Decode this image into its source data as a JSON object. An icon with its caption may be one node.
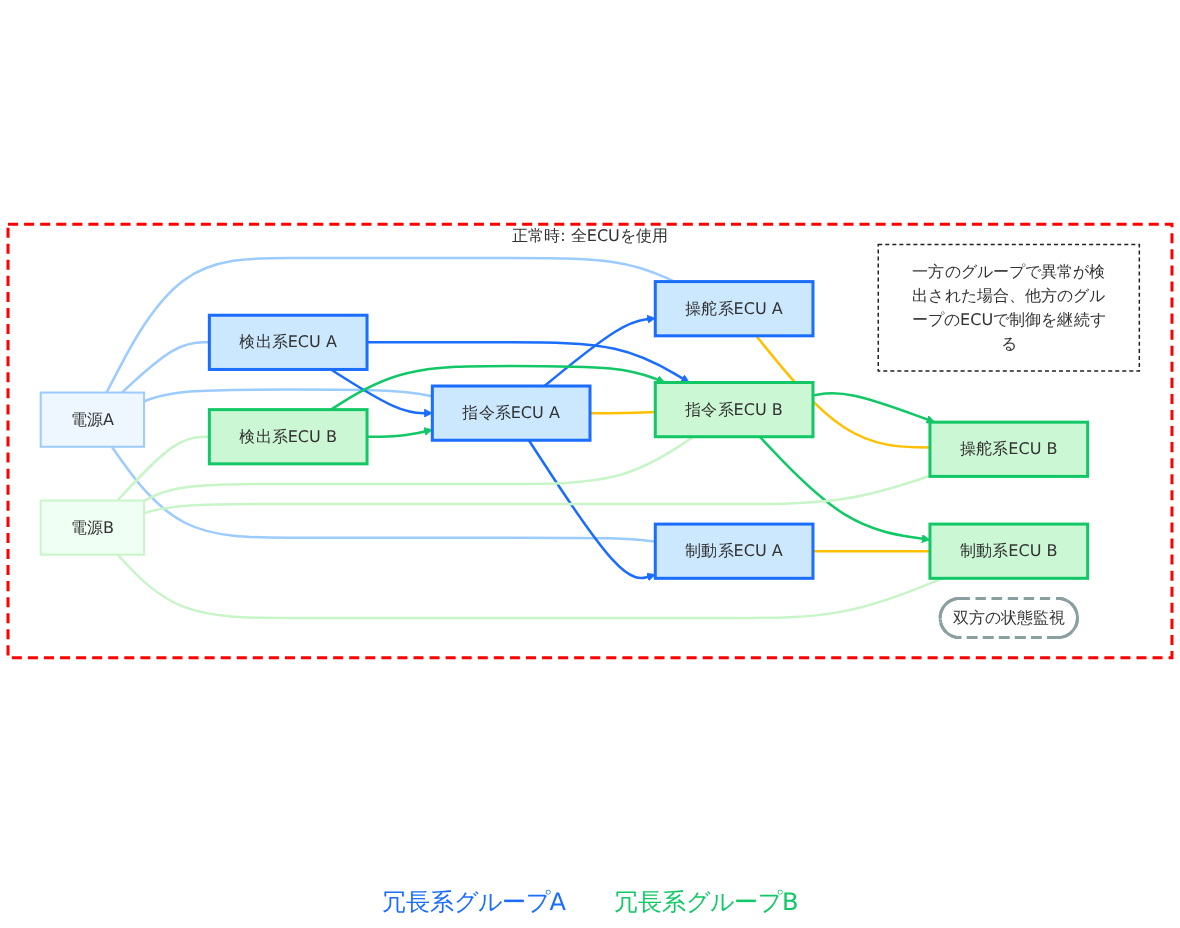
{
  "diagram": {
    "nodes": [
      {
        "text": [
          "正常時: 全ECUを使用"
        ]
      },
      {
        "text": [
          "一方のグループで異常が検出された場合、他方のグループのECUで制御を継続する"
        ],
        "in": 0
      },
      {
        "text": [
          "電源A"
        ],
        "in": 0
      },
      {
        "text": [
          "検出系ECU A"
        ],
        "in": 0
      },
      {
        "text": [
          "制動系ECU A"
        ],
        "in": 0
      },
      {
        "text": [
          "指令系ECU A"
        ],
        "in": 0
      },
      {
        "text": [
          "操舵系ECU A"
        ],
        "in": 0
      },
      {
        "text": [
          "双方の状態監視"
        ],
        "in": 0
      },
      {
        "text": [
          "指令系ECU B"
        ],
        "in": 0
      },
      {
        "text": [
          "操舵系ECU B"
        ],
        "in": 0
      },
      {
        "text": [
          "検出系ECU B"
        ],
        "in": 0
      },
      {
        "text": [
          "制動系ECU B"
        ],
        "in": 0
      },
      {
        "text": [
          "電源B"
        ],
        "in": 0
      }
    ],
    "edges": [
      {
        "from": 2,
        "to": 3,
        "arrow": "none",
        "color": "#9ccbff"
      },
      {
        "from": 2,
        "to": 5,
        "arrow": "none",
        "color": "#9ccbff"
      },
      {
        "from": 2,
        "to": 6,
        "arrow": "none",
        "color": "#9ccbff"
      },
      {
        "from": 2,
        "to": 4,
        "arrow": "none",
        "color": "#9ccbff"
      },
      {
        "from": 3,
        "to": 5,
        "arrow": "to",
        "color": "#1a6dff"
      },
      {
        "from": 3,
        "to": 8,
        "arrow": "to",
        "color": "#1a6dff"
      },
      {
        "from": 5,
        "to": 4,
        "arrow": "to",
        "color": "#1a6dff"
      },
      {
        "from": 5,
        "to": 6,
        "arrow": "to",
        "color": "#1a6dff"
      },
      {
        "from": 10,
        "to": 5,
        "arrow": "to",
        "color": "#12c866"
      },
      {
        "from": 10,
        "to": 8,
        "arrow": "to",
        "color": "#12c866"
      },
      {
        "from": 8,
        "to": 9,
        "arrow": "to",
        "color": "#12c866"
      },
      {
        "from": 8,
        "to": 11,
        "arrow": "to",
        "color": "#12c866"
      },
      {
        "from": 5,
        "to": 8,
        "arrow": "none",
        "color": "#ffc000"
      },
      {
        "from": 6,
        "to": 9,
        "arrow": "none",
        "color": "#ffc000"
      },
      {
        "from": 4,
        "to": 11,
        "arrow": "none",
        "color": "#ffc000"
      },
      {
        "from": 12,
        "to": 10,
        "arrow": "none",
        "color": "#c8f5c8"
      },
      {
        "from": 12,
        "to": 8,
        "arrow": "none",
        "color": "#c8f5c8"
      },
      {
        "from": 12,
        "to": 9,
        "arrow": "none",
        "color": "#c8f5c8"
      },
      {
        "from": 12,
        "to": 11,
        "arrow": "none",
        "color": "#c8f5c8"
      }
    ],
    "labels": [
      "冗長系グループA",
      "冗長系グループB"
    ]
  }
}
